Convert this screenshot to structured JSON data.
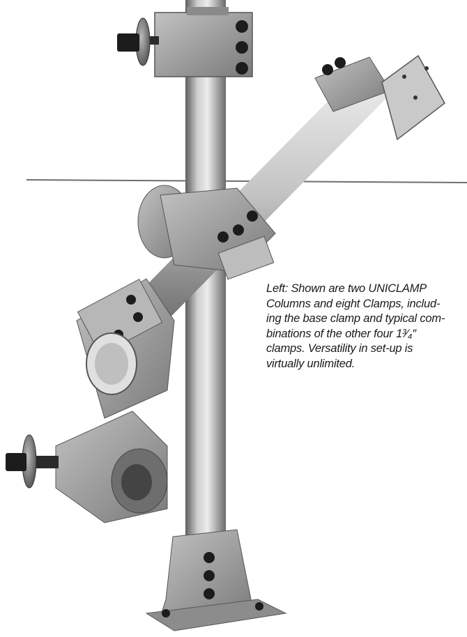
{
  "caption": {
    "lines": [
      "Left: Shown are two UNICLAMP",
      "Columns and eight Clamps, includ-",
      "ing the base clamp and typical com-",
      "binations of the other four 1³⁄₄″",
      "clamps. Versatility in set-up is",
      "virtually unlimited."
    ]
  },
  "colors": {
    "steel_light": "#d6d6d6",
    "steel_mid": "#a8a8a8",
    "steel_dark": "#5a5a5a",
    "clamp": "#9a9a9a",
    "bolt": "#1c1c1c",
    "rule": "#6e6e6e"
  }
}
